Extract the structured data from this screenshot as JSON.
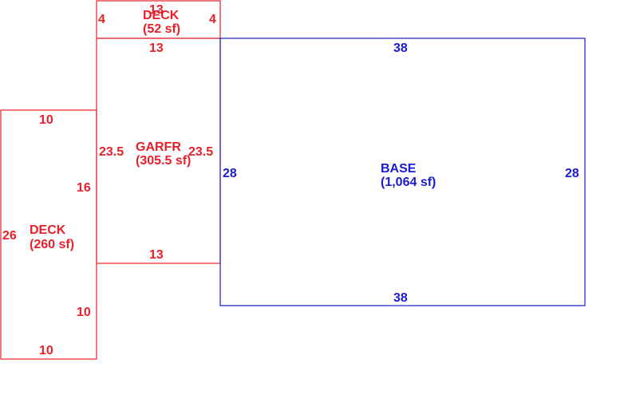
{
  "colors": {
    "deck": "#e8202a",
    "garage": "#e8202a",
    "base": "#1a1ad0"
  },
  "areas": {
    "top_deck": {
      "name": "DECK",
      "area": "(52 sf)",
      "dim_top": "13",
      "dim_left": "4",
      "dim_right": "4",
      "dim_bottom": "13"
    },
    "garage": {
      "name": "GARFR",
      "area": "(305.5 sf)",
      "dim_left": "23.5",
      "dim_right": "23.5",
      "dim_bottom": "13"
    },
    "base": {
      "name": "BASE",
      "area": "(1,064 sf)",
      "dim_top": "38",
      "dim_left": "28",
      "dim_right": "28",
      "dim_bottom": "38"
    },
    "left_deck": {
      "name": "DECK",
      "area": "(260 sf)",
      "dim_top": "10",
      "dim_left": "26",
      "dim_inner_upper": "16",
      "dim_inner_lower": "10",
      "dim_bottom": "10"
    }
  }
}
